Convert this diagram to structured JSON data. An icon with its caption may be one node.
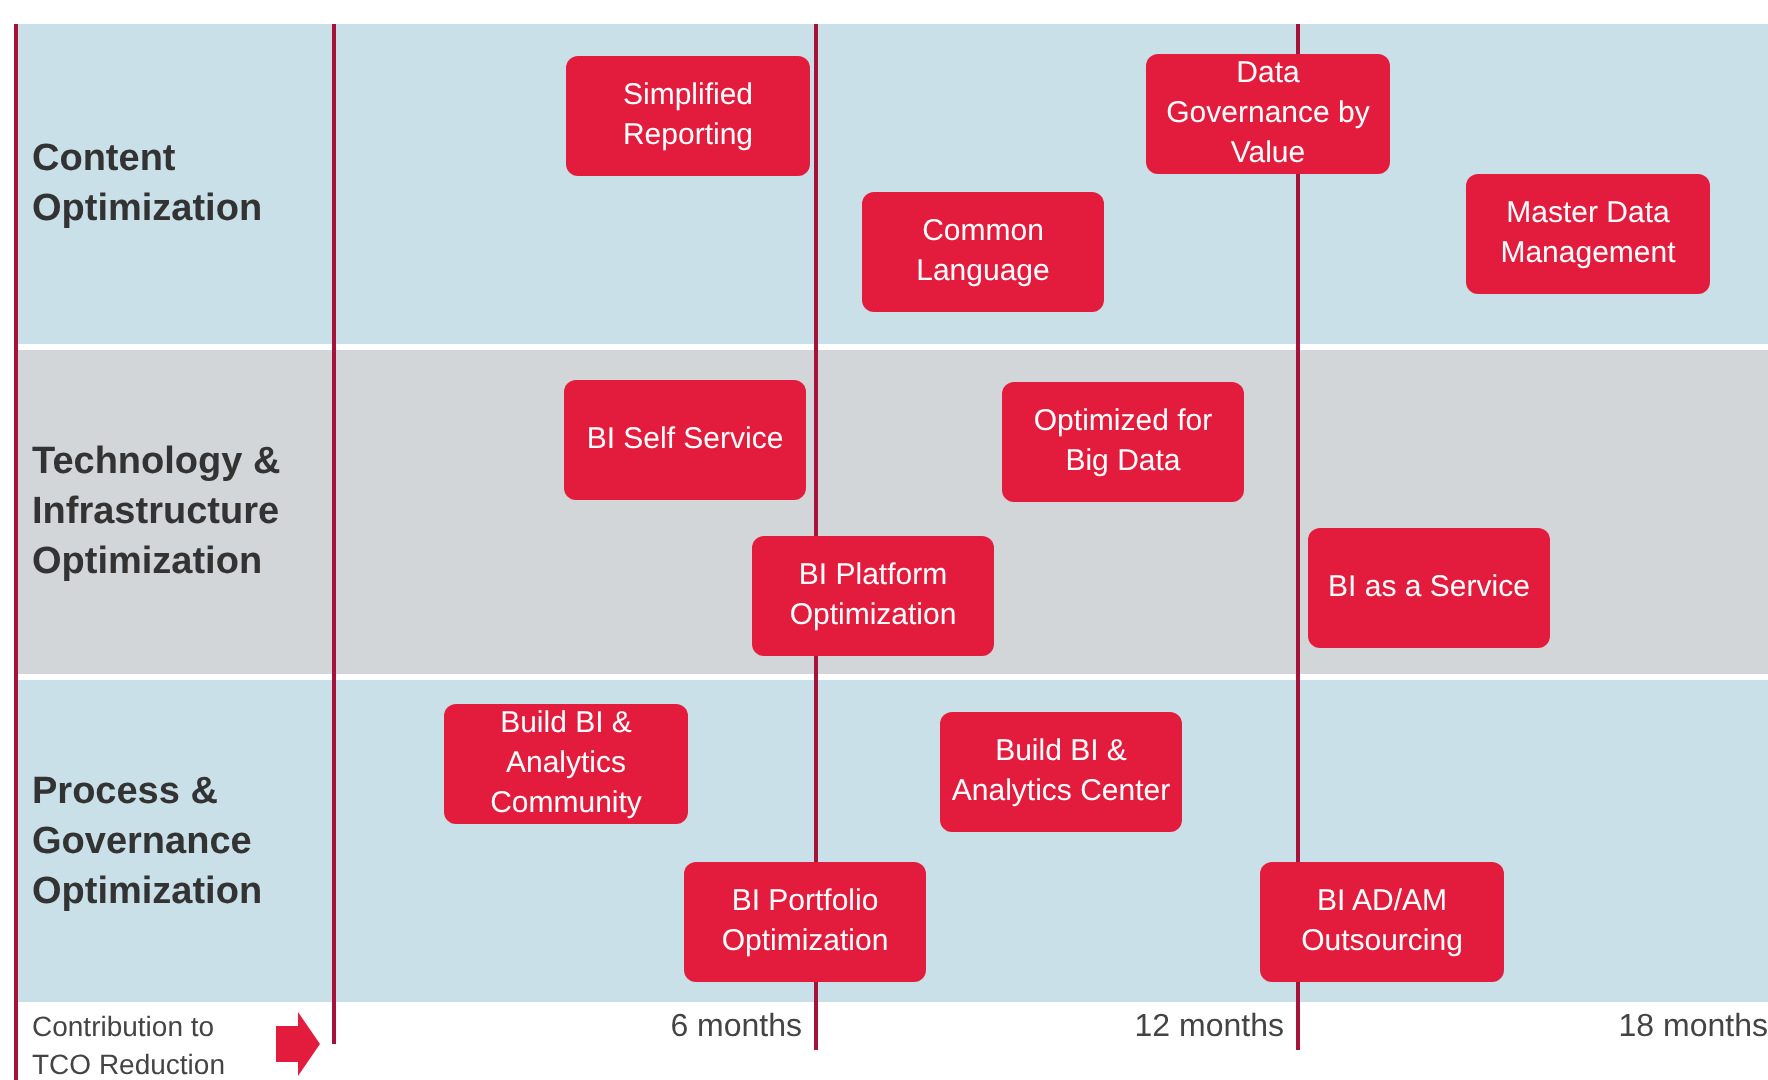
{
  "diagram": {
    "nodes": [
      {
        "text": [
          "Content Optimization"
        ]
      },
      {
        "text": [
          "Simplified Reporting"
        ],
        "in": 0
      },
      {
        "text": [
          "Data Governance by Value"
        ],
        "in": 0
      },
      {
        "text": [
          "Common Language"
        ],
        "in": 0
      },
      {
        "text": [
          "Master Data Management"
        ],
        "in": 0
      },
      {
        "text": [
          "Technology & Infrastructure Optimization"
        ]
      },
      {
        "text": [
          "BI Self Service"
        ],
        "in": 5
      },
      {
        "text": [
          "Optimized for Big Data"
        ],
        "in": 5
      },
      {
        "text": [
          "BI Platform Optimization"
        ],
        "in": 5
      },
      {
        "text": [
          "BI as a Service"
        ],
        "in": 5
      },
      {
        "text": [
          "Process & Governance Optimization"
        ]
      },
      {
        "text": [
          "Build BI & Analytics Community"
        ],
        "in": 10
      },
      {
        "text": [
          "Build BI & Analytics Center"
        ],
        "in": 10
      },
      {
        "text": [
          "BI Portfolio Optimization"
        ],
        "in": 10
      },
      {
        "text": [
          "BI AD/AM Outsourcing"
        ],
        "in": 10
      }
    ],
    "labels": [
      "Contribution to TCO Reduction",
      "6 months",
      "12 months",
      "18 months"
    ]
  }
}
